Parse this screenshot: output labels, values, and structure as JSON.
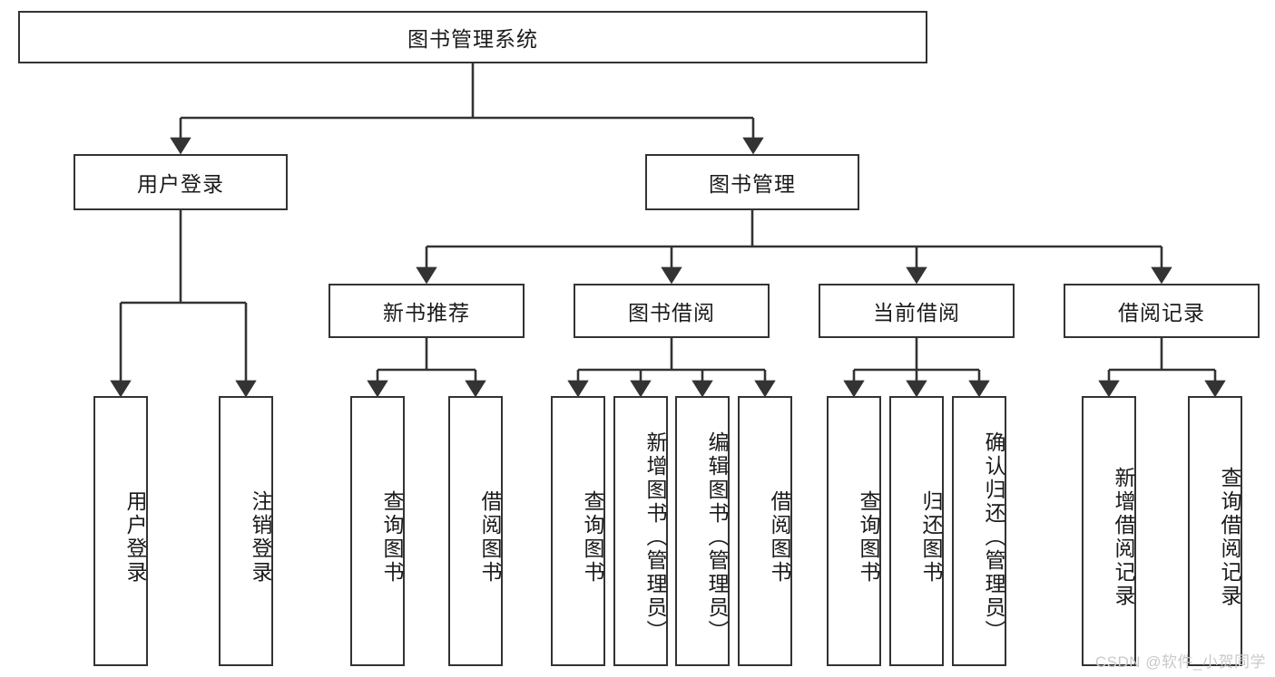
{
  "diagram": {
    "title": "图书管理系统",
    "type": "tree",
    "watermark": "CSDN @软件_小贺同学",
    "colors": {
      "box_border": "#333333",
      "box_fill": "#ffffff",
      "line": "#333333",
      "text": "#1a1a1a",
      "watermark": "#c9c9c9",
      "background": "#ffffff"
    },
    "levels": {
      "root": {
        "label": "图书管理系统"
      },
      "level2": [
        {
          "label": "用户登录"
        },
        {
          "label": "图书管理"
        }
      ],
      "level3": [
        {
          "label": "新书推荐"
        },
        {
          "label": "图书借阅"
        },
        {
          "label": "当前借阅"
        },
        {
          "label": "借阅记录"
        }
      ],
      "leaves": [
        {
          "label": "用户登录",
          "parent": "用户登录"
        },
        {
          "label": "注销登录",
          "parent": "用户登录"
        },
        {
          "label": "查询图书",
          "parent": "新书推荐"
        },
        {
          "label": "借阅图书",
          "parent": "新书推荐"
        },
        {
          "label": "查询图书",
          "parent": "图书借阅"
        },
        {
          "label": "新增图书（管理员）",
          "parent": "图书借阅"
        },
        {
          "label": "编辑图书（管理员）",
          "parent": "图书借阅"
        },
        {
          "label": "借阅图书",
          "parent": "图书借阅"
        },
        {
          "label": "查询图书",
          "parent": "当前借阅"
        },
        {
          "label": "归还图书",
          "parent": "当前借阅"
        },
        {
          "label": "确认归还（管理员）",
          "parent": "当前借阅"
        },
        {
          "label": "新增借阅记录",
          "parent": "借阅记录"
        },
        {
          "label": "查询借阅记录",
          "parent": "借阅记录"
        }
      ]
    }
  }
}
